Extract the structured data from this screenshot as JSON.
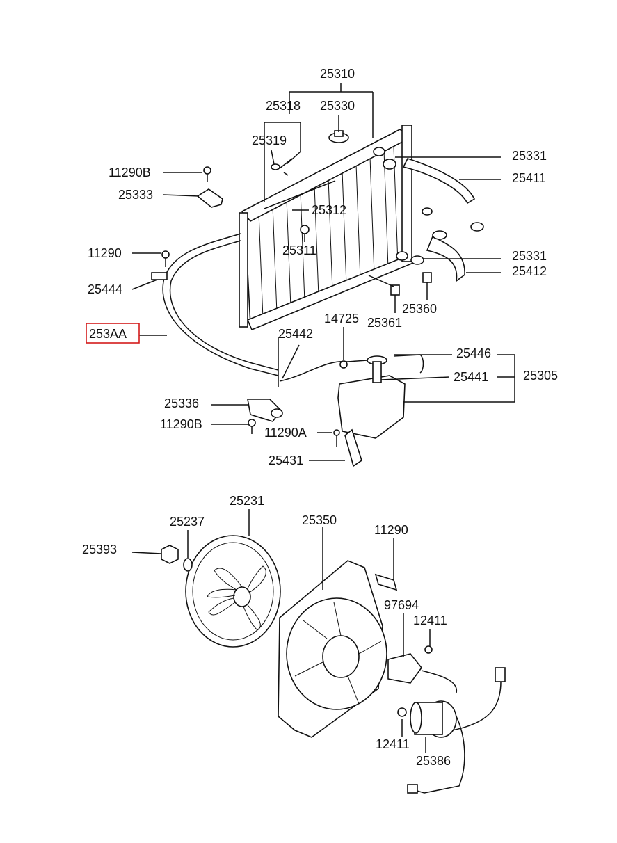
{
  "labels": {
    "p25310": "25310",
    "p25318": "25318",
    "p25330": "25330",
    "p25319": "25319",
    "p11290B_top": "11290B",
    "p25333": "25333",
    "p25312": "25312",
    "p25311": "25311",
    "p11290_left": "11290",
    "p25444": "25444",
    "p253AA": "253AA",
    "p25331_top": "25331",
    "p25411": "25411",
    "p25331_mid": "25331",
    "p25412": "25412",
    "p25360": "25360",
    "p25361": "25361",
    "p14725": "14725",
    "p25442": "25442",
    "p25446": "25446",
    "p25441": "25441",
    "p25305": "25305",
    "p25336": "25336",
    "p11290B_low": "11290B",
    "p11290A": "11290A",
    "p25431": "25431",
    "p25231": "25231",
    "p25237": "25237",
    "p25393": "25393",
    "p25350": "25350",
    "p11290_fan": "11290",
    "p97694": "97694",
    "p12411_top": "12411",
    "p12411_low": "12411",
    "p25386": "25386"
  },
  "colors": {
    "line": "#111111",
    "highlight": "#d41a1a",
    "background": "#ffffff"
  }
}
